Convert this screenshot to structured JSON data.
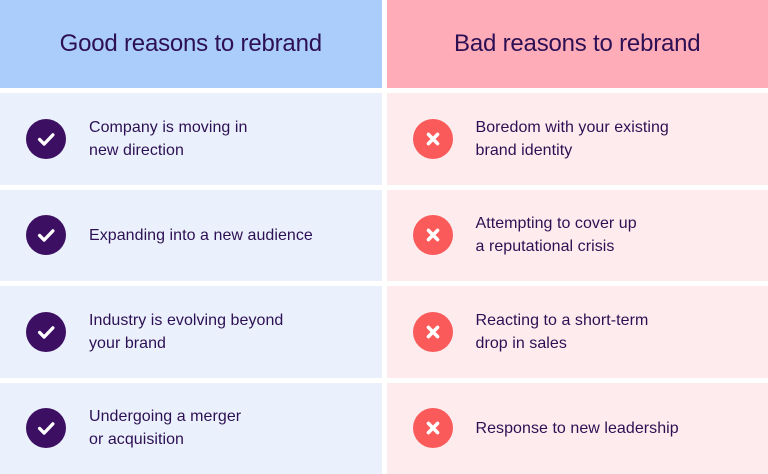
{
  "table": {
    "columns": [
      {
        "id": "good",
        "header": "Good reasons to rebrand",
        "header_bg": "#aacdfb",
        "row_bg": "#eaf1fc",
        "icon": "check-circle-icon",
        "icon_bg": "#3c0f62",
        "items": [
          "Company is moving in\nnew direction",
          "Expanding into a new audience",
          "Industry is evolving beyond\nyour brand",
          "Undergoing a merger\nor acquisition"
        ]
      },
      {
        "id": "bad",
        "header": "Bad reasons to rebrand",
        "header_bg": "#ffacb9",
        "row_bg": "#fdebed",
        "icon": "cross-circle-icon",
        "icon_bg": "#fb5a5a",
        "items": [
          "Boredom with your existing\nbrand identity",
          "Attempting to cover up\na reputational crisis",
          "Reacting to a short-term\ndrop in sales",
          "Response to new leadership"
        ]
      }
    ],
    "text_color": "#2d1053",
    "page_bg": "#ffffff"
  }
}
